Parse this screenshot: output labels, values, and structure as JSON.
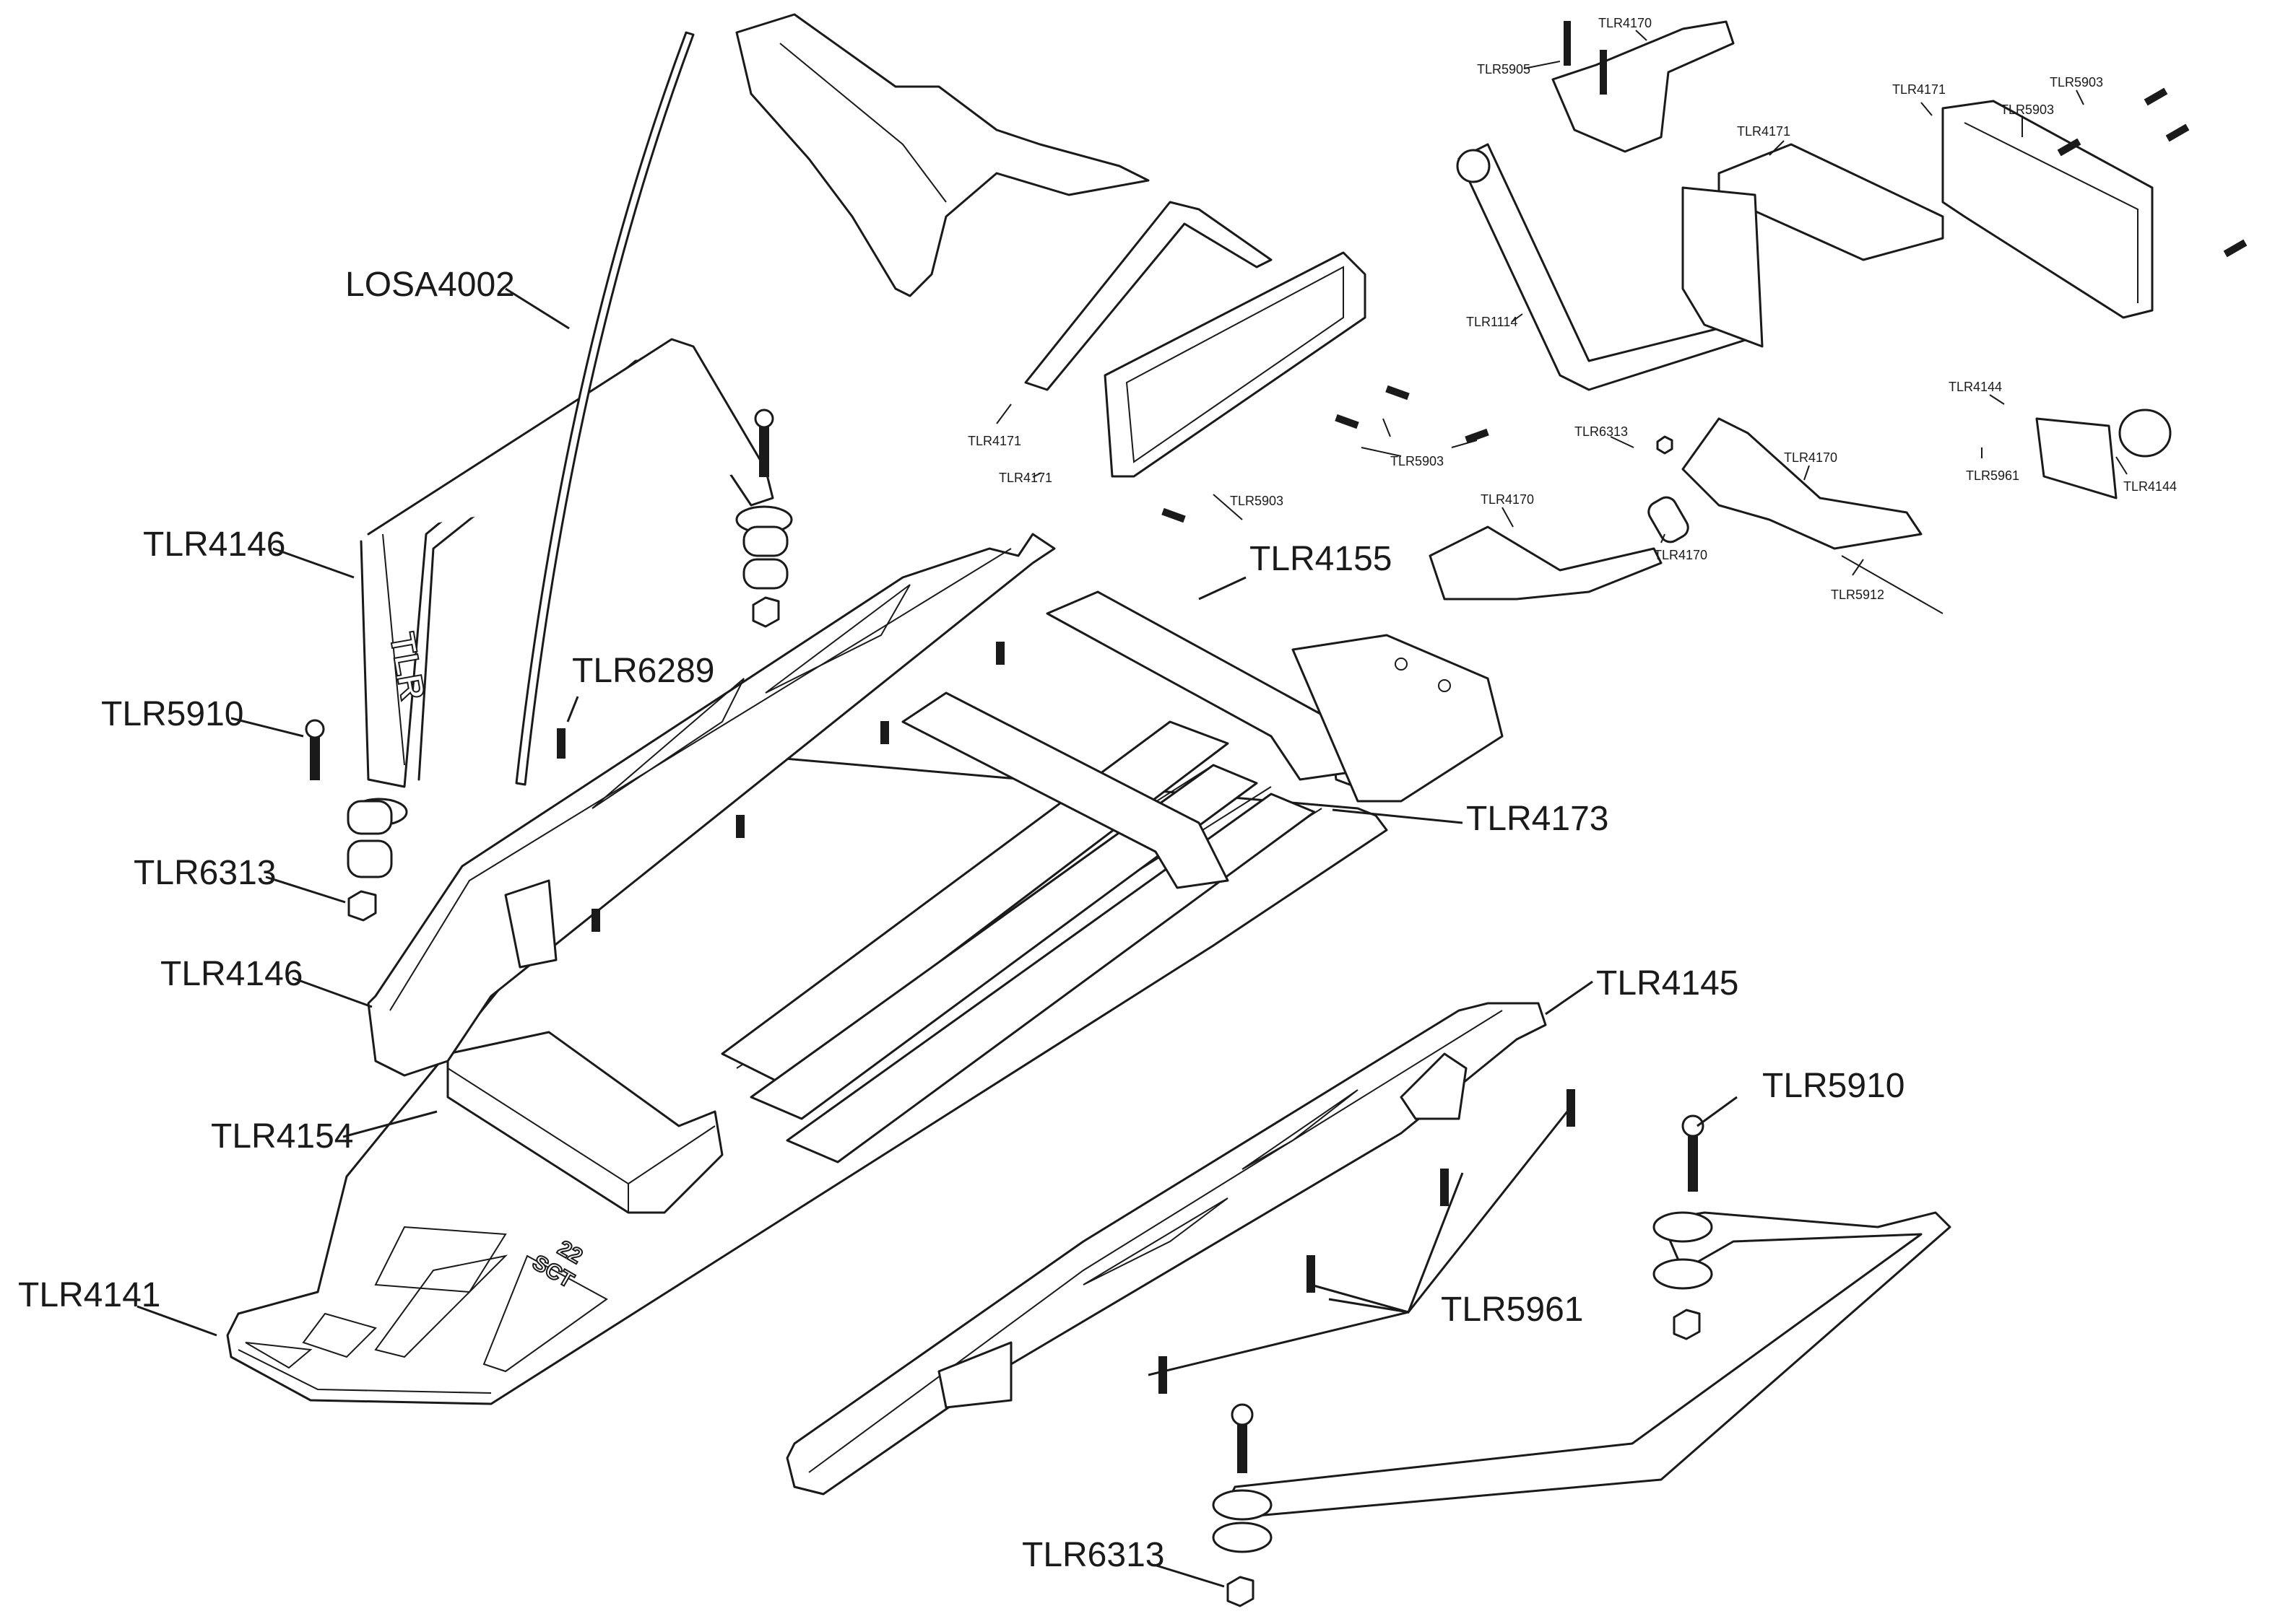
{
  "diagram": {
    "title": "22SCT Chassis Exploded View",
    "embossed_marks": {
      "chassis_model": "22",
      "chassis_model_sub": "SCT",
      "brace_logo": "TLR"
    },
    "labels_large": [
      {
        "id": "losa4002",
        "text": "LOSA4002"
      },
      {
        "id": "tlr4146-top",
        "text": "TLR4146"
      },
      {
        "id": "tlr6289",
        "text": "TLR6289"
      },
      {
        "id": "tlr5910-left",
        "text": "TLR5910"
      },
      {
        "id": "tlr6313-left",
        "text": "TLR6313"
      },
      {
        "id": "tlr4146-bottom",
        "text": "TLR4146"
      },
      {
        "id": "tlr4154",
        "text": "TLR4154"
      },
      {
        "id": "tlr4141",
        "text": "TLR4141"
      },
      {
        "id": "tlr4155",
        "text": "TLR4155"
      },
      {
        "id": "tlr4173",
        "text": "TLR4173"
      },
      {
        "id": "tlr4145",
        "text": "TLR4145"
      },
      {
        "id": "tlr5910-right",
        "text": "TLR5910"
      },
      {
        "id": "tlr5961",
        "text": "TLR5961"
      },
      {
        "id": "tlr6313-bottom",
        "text": "TLR6313"
      }
    ],
    "labels_small": [
      {
        "id": "tlr5905",
        "text": "TLR5905"
      },
      {
        "id": "tlr4170-a",
        "text": "TLR4170"
      },
      {
        "id": "tlr4171-a",
        "text": "TLR4171"
      },
      {
        "id": "tlr4171-b",
        "text": "TLR4171"
      },
      {
        "id": "tlr5903-a",
        "text": "TLR5903"
      },
      {
        "id": "tlr5903-b",
        "text": "TLR5903"
      },
      {
        "id": "tlr1114",
        "text": "TLR1114"
      },
      {
        "id": "tlr4171-c",
        "text": "TLR4171"
      },
      {
        "id": "tlr4171-d",
        "text": "TLR4171"
      },
      {
        "id": "tlr5903-c",
        "text": "TLR5903"
      },
      {
        "id": "tlr5903-d",
        "text": "TLR5903"
      },
      {
        "id": "tlr6313-s",
        "text": "TLR6313"
      },
      {
        "id": "tlr4170-b",
        "text": "TLR4170"
      },
      {
        "id": "tlr4170-c",
        "text": "TLR4170"
      },
      {
        "id": "tlr4170-d",
        "text": "TLR4170"
      },
      {
        "id": "tlr5912",
        "text": "TLR5912"
      },
      {
        "id": "tlr4144-a",
        "text": "TLR4144"
      },
      {
        "id": "tlr4144-b",
        "text": "TLR4144"
      },
      {
        "id": "tlr5961-s",
        "text": "TLR5961"
      }
    ]
  }
}
